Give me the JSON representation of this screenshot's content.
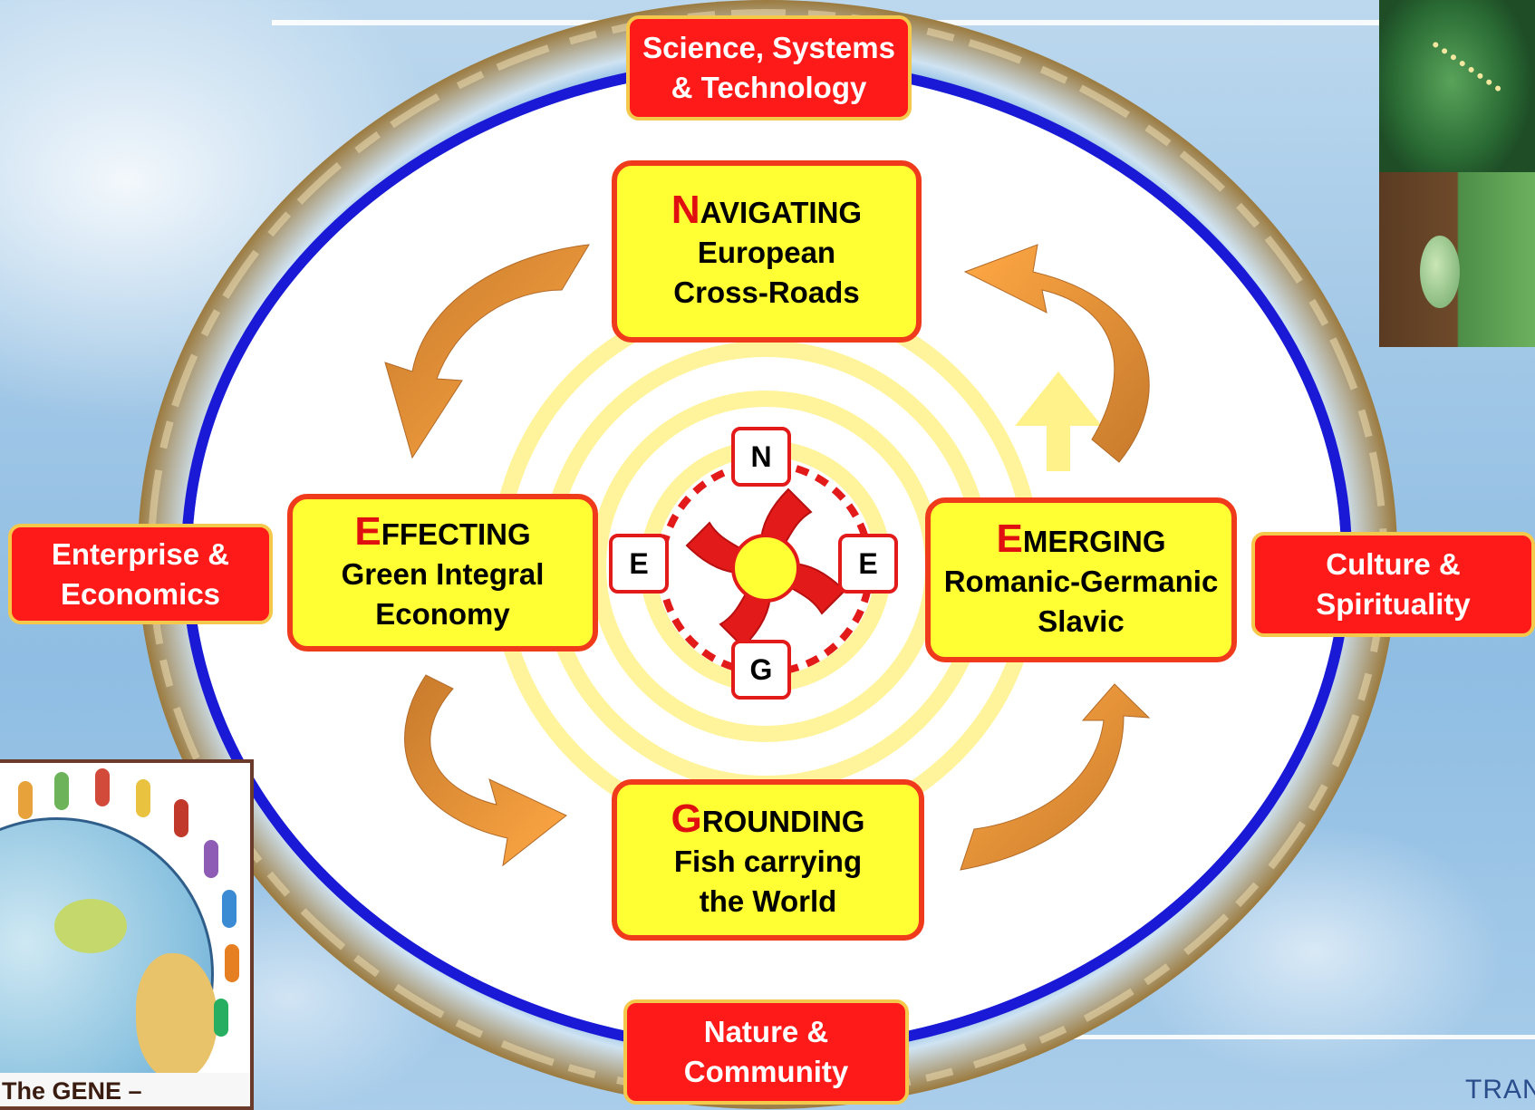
{
  "domains": {
    "top": {
      "line1": "Science, Systems",
      "line2": "& Technology"
    },
    "left": {
      "line1": "Enterprise &",
      "line2": "Economics"
    },
    "right": {
      "line1": "Culture &",
      "line2": "Spirituality"
    },
    "bottom": {
      "line1": "Nature &",
      "line2": "Community"
    }
  },
  "phases": {
    "navigating": {
      "initial": "N",
      "title_rest": "AVIGATING",
      "line2": "European",
      "line3": "Cross-Roads"
    },
    "effecting": {
      "initial": "E",
      "title_rest": "FFECTING",
      "line2": "Green Integral",
      "line3": "Economy"
    },
    "emerging": {
      "initial": "E",
      "title_rest": "MERGING",
      "line2": "Romanic-Germanic",
      "line3": "Slavic"
    },
    "grounding": {
      "initial": "G",
      "title_rest": "ROUNDING",
      "line2": "Fish carrying",
      "line3": "the World"
    }
  },
  "compass": {
    "n": "N",
    "w": "E",
    "e": "E",
    "s": "G"
  },
  "kids_caption": "The GENE –",
  "logo_text": "TRAN",
  "colors": {
    "phase_fill": "#ffff33",
    "phase_border": "#f03a1c",
    "domain_fill": "#ff1a1a",
    "ring_blue": "#1a1ad6",
    "arrow_orange": "#f59a3a"
  }
}
